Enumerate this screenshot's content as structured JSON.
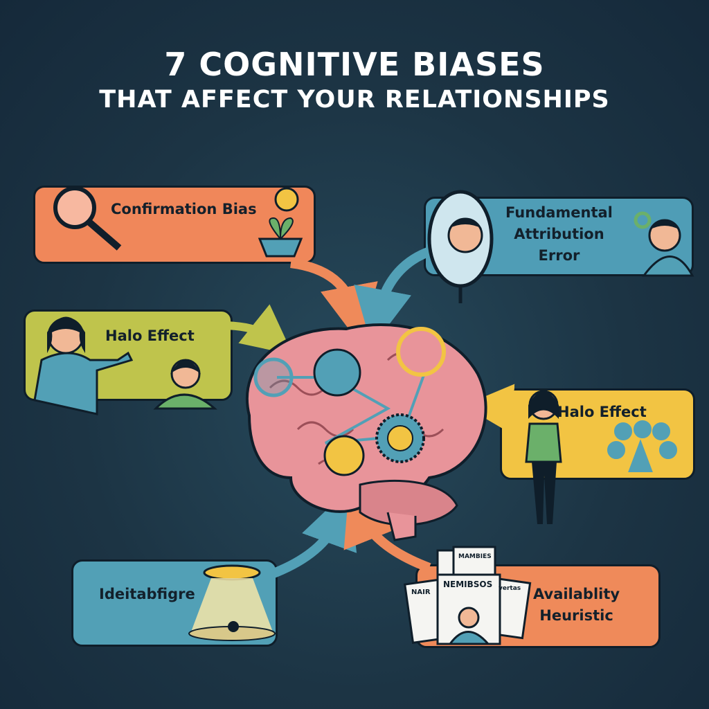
{
  "title": {
    "line1": "7 COGNITIVE BIASES",
    "line2": "THAT AFFECT YOUR RELATIONSHIPS"
  },
  "biases": [
    {
      "label": "Confirmation Bias",
      "color": "#f0875a",
      "icon": "magnifying-glass-icon"
    },
    {
      "label_lines": [
        "Fundamental",
        "Attribution",
        "Error"
      ],
      "color": "#4f9db6",
      "icon": "mirror-icon"
    },
    {
      "label": "Halo Effect",
      "color": "#bfc44c",
      "icon": "pointing-people-icon"
    },
    {
      "label": "Halo Effect",
      "color": "#f2c443",
      "icon": "presenter-icon"
    },
    {
      "label": "Ideitabfigre",
      "color": "#52a0b6",
      "icon": "spotlight-icon"
    },
    {
      "label_lines": [
        "Availablity",
        "Heuristic"
      ],
      "color": "#ef8a5a",
      "icon": "newspapers-icon"
    }
  ],
  "newspapers": {
    "headline_main": "NEMIBSOS",
    "headline_top": "MAMBIES",
    "headline_left": "NAIR",
    "headline_right": "vertas"
  },
  "colors": {
    "background": "#1c3444",
    "brain": "#e8949a",
    "outline": "#0f1e2a"
  }
}
